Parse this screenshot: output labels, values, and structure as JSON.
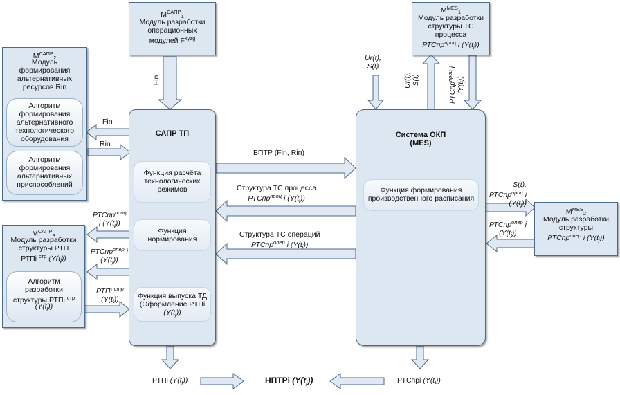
{
  "m1": {
    "prefix": "M",
    "sup": "САПР",
    "sub": "1",
    "line1": "Модуль разработки",
    "line2": "операционных",
    "line3": "модулей F",
    "line3_sup": "xyzg"
  },
  "m2": {
    "prefix": "M",
    "sup": "САПР",
    "sub": "2",
    "line1": "Модуль",
    "line2": "формирования",
    "line3": "альтернативных",
    "line4": "ресурсов Rin"
  },
  "m2_alg1": [
    "Алгоритм",
    "формирования",
    "альтернативного",
    "технологического",
    "оборудования"
  ],
  "m2_alg2": [
    "Алгоритм",
    "формирования",
    "альтернативных",
    "приспособлений"
  ],
  "m3": {
    "prefix": "M",
    "sup": "САПР",
    "sub": "3",
    "line1": "Модуль разработки",
    "line2": "структуры РТП",
    "line3a": "РТПi ",
    "line3_sup": "стр",
    "line3b": " (Y(t",
    "line3_sub": "j",
    "line3c": "))"
  },
  "m3_alg": {
    "line1": "Алгоритм",
    "line2": "разработки",
    "line3a": "структуры РТПi ",
    "line3_sup": "стр",
    "line4a": "(Y(t",
    "line4_sub": "j",
    "line4b": "))"
  },
  "sapr": {
    "title": "САПР ТП",
    "f1": [
      "Функция расчёта",
      "технологических",
      "режимов"
    ],
    "f2": [
      "Функция",
      "нормирования"
    ],
    "f3a": "Функция выпуска ТД",
    "f3b": "(Оформление РТПi",
    "f3c": "(Y(t",
    "f3c_sub": "j",
    "f3d": "))"
  },
  "okp": {
    "title1": "Система ОКП",
    "title2": "(MES)",
    "f1": [
      "Функция формирования",
      "производственного расписания"
    ]
  },
  "mes1": {
    "prefix": "M",
    "sup": "MES",
    "sub": "1",
    "line1": "Модуль разработки",
    "line2": "структуры ТС",
    "line3": "процесса",
    "line4a": "РТСпр",
    "line4_sup": "проц",
    "line4b": " i (Y(t",
    "line4_sub": "j",
    "line4c": "))"
  },
  "mes2": {
    "prefix": "M",
    "sup": "MES",
    "sub": "2",
    "line1": "Модуль разработки",
    "line2": "структуры",
    "line3a": "РТСпр",
    "line3_sup": "опер",
    "line3b": " i (Y(t",
    "line3_sub": "j",
    "line3c": "))"
  },
  "labels": {
    "fin_top": "Fin",
    "fin_left": "Fin",
    "rin_left": "Rin",
    "bptr": "БПТР (Fin, Rin)",
    "struct_proc1": "Структура ТС процесса",
    "struct_proc2a": "РТСпр",
    "struct_proc2_sup": "проц",
    "struct_proc2b": " i (Y(t",
    "struct_proc2_sub": "j",
    "struct_proc2c": "))",
    "struct_oper1": "Структура ТС операций",
    "struct_oper2a": "РТСпр",
    "struct_oper2_sup": "опер",
    "struct_oper2b": " i (Y(t",
    "struct_oper2_sub": "j",
    "struct_oper2c": "))",
    "ur_s_in1": "Ur(t),",
    "ur_s_in2": "S(t)",
    "ur_s_out1": "Ur(t),",
    "ur_s_out2": "S(t)",
    "rtc_proc_up_a": "РТСпр",
    "rtc_proc_up_sup": "проц",
    "rtc_proc_up_b": " i",
    "rtc_proc_up_c": "(Y(t",
    "rtc_proc_up_sub": "j",
    "rtc_proc_up_d": "))",
    "st_right1": "S(t),",
    "st_right2a": "РТСпр",
    "st_right2_sup": "проц",
    "st_right2b": " i",
    "st_right3a": "(Y(t",
    "st_right3_sub": "j",
    "st_right3b": "))",
    "oper_right1a": "РТСпр",
    "oper_right1_sup": "опер",
    "oper_right1b": " i",
    "oper_right2a": "(Y(t",
    "oper_right2_sub": "j",
    "oper_right2b": "))",
    "left_proc1a": "РТСпр",
    "left_proc1_sup": "проц",
    "left_proc2a": "i (Y(t",
    "left_proc2_sub": "j",
    "left_proc2b": "))",
    "left_oper1a": "РТСпр",
    "left_oper1_sup": "опер",
    "left_oper1b": " i",
    "left_oper2a": "(Y(t",
    "left_oper2_sub": "j",
    "left_oper2b": "))",
    "left_rtp1a": "РТПi ",
    "left_rtp1_sup": "стр",
    "left_rtp2a": "(Y(t",
    "left_rtp2_sub": "j",
    "left_rtp2b": "))",
    "bottom_rtp_a": "РТПi ",
    "bottom_rtp_b": "(Y(t",
    "bottom_rtp_sub": "j",
    "bottom_rtp_c": "))",
    "bottom_nptr_a": "НПТРi ",
    "bottom_nptr_b": "(Y(t",
    "bottom_nptr_sub": "j",
    "bottom_nptr_c": "))",
    "bottom_rtc_a": "РТСпрi ",
    "bottom_rtc_b": "(Y(t",
    "bottom_rtc_sub": "j",
    "bottom_rtc_c": "))"
  },
  "colors": {
    "box_fill": "#dde7f2",
    "box_border": "#4a6a8c",
    "arrow_fill": "#dfe8f3",
    "arrow_stroke": "#4a6a8c"
  }
}
